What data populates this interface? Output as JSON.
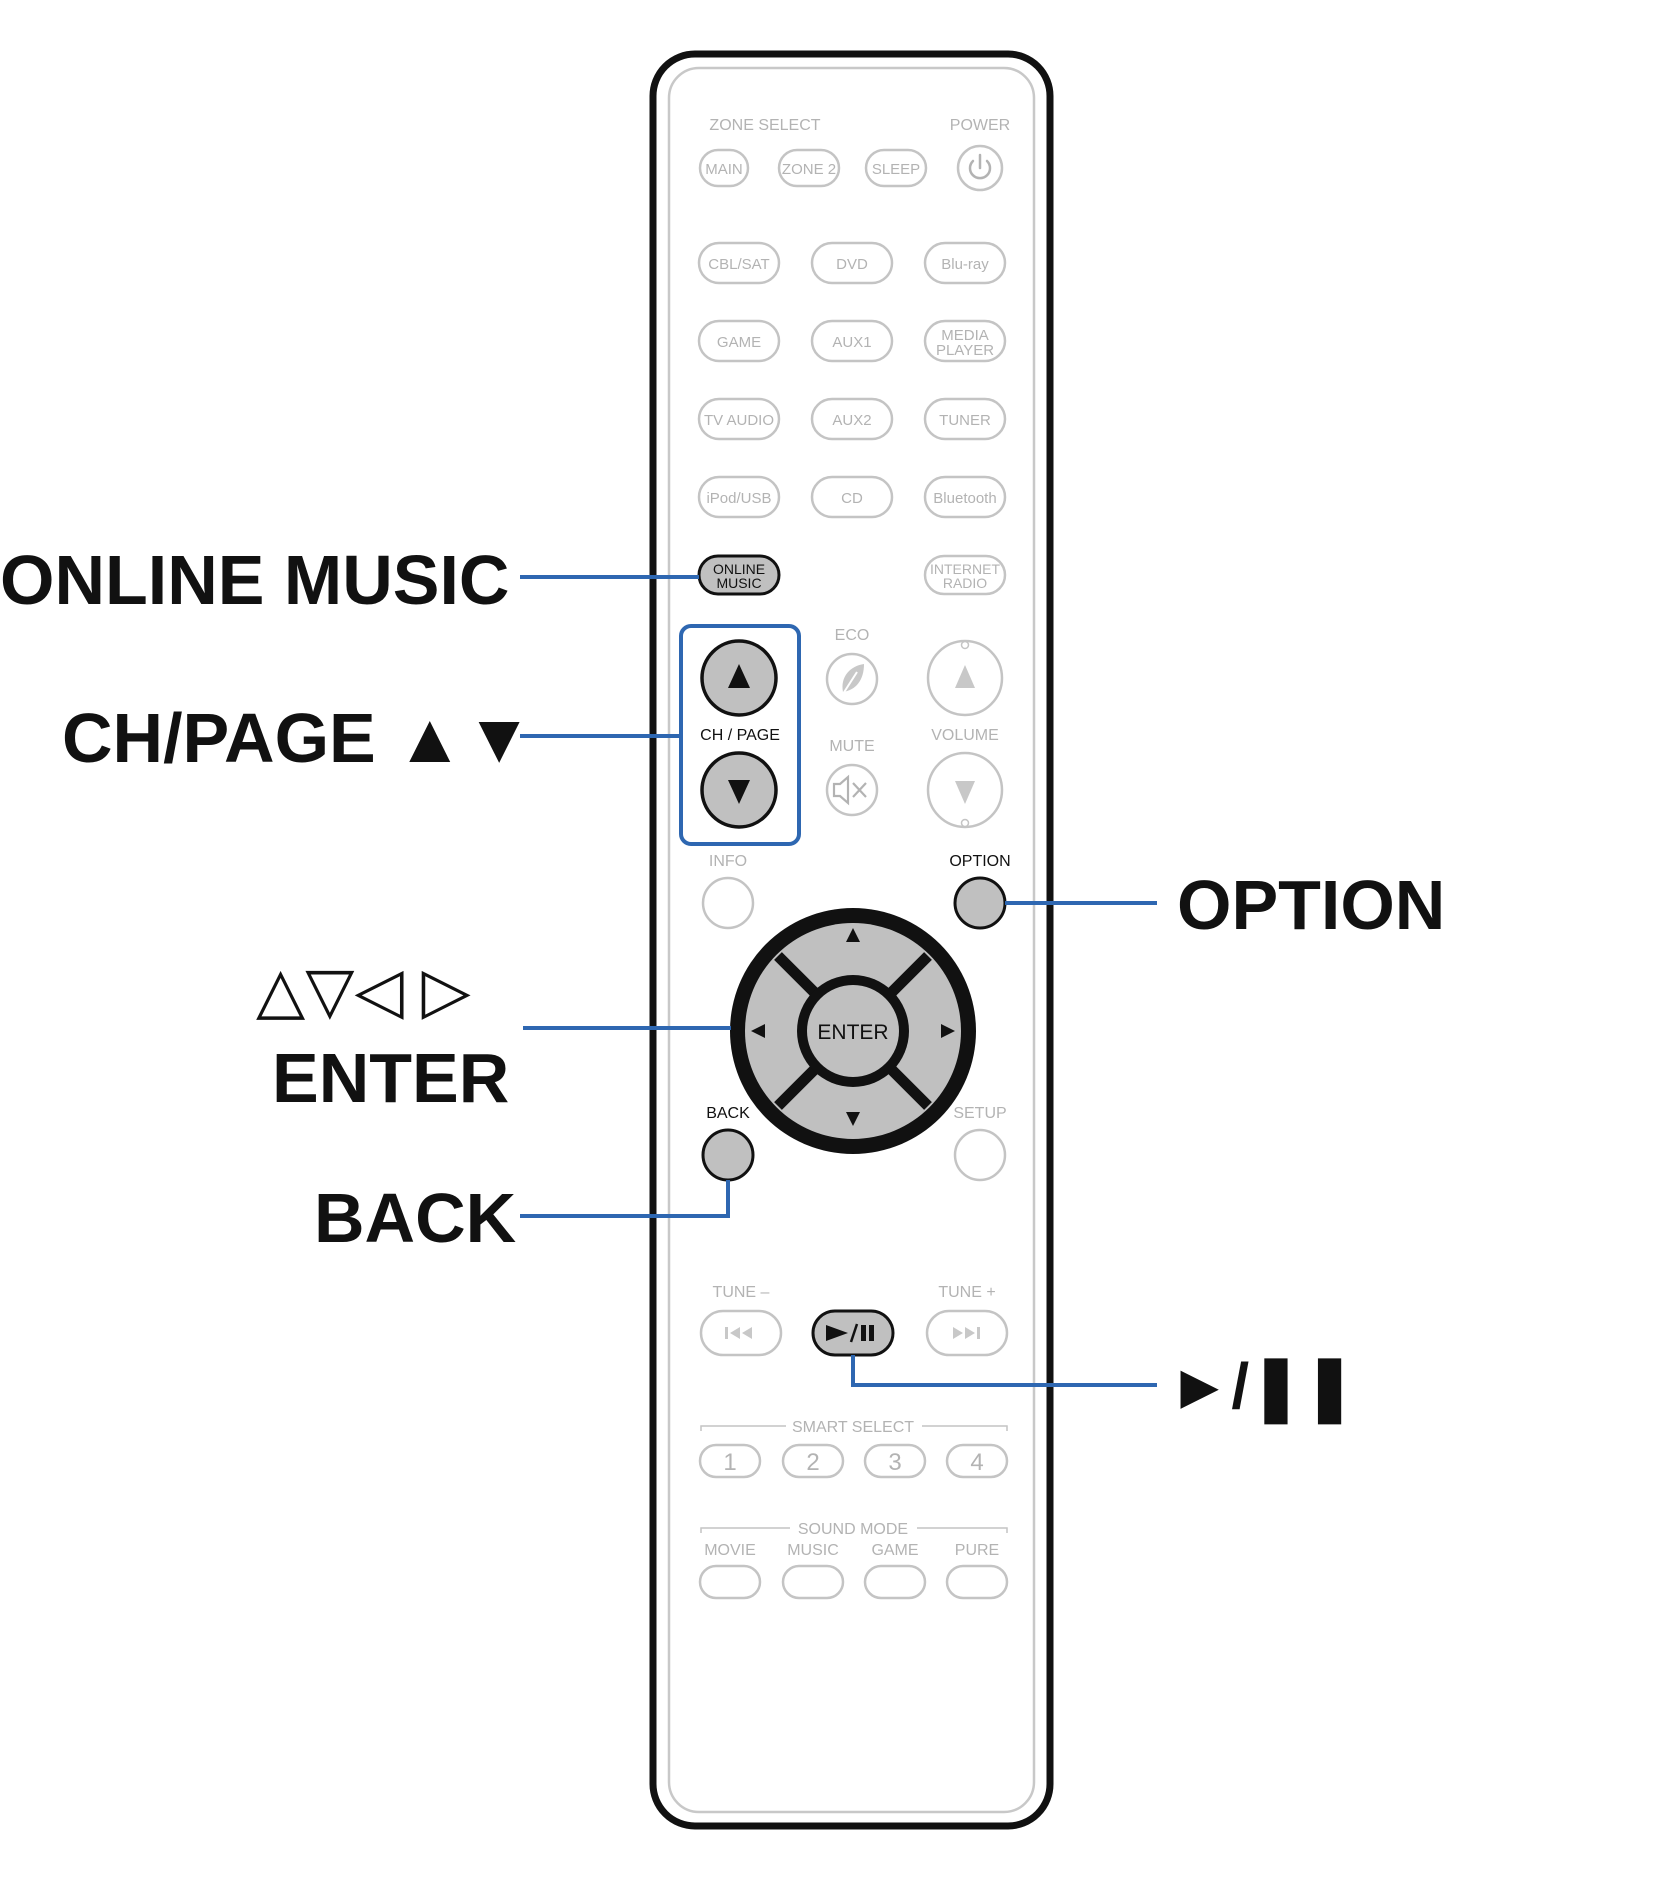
{
  "remote": {
    "zone_select_label": "ZONE SELECT",
    "power_label": "POWER",
    "power_icon": "power-icon",
    "zone_buttons": [
      "MAIN",
      "ZONE 2",
      "SLEEP"
    ],
    "source_buttons": [
      [
        "CBL/SAT",
        "DVD",
        "Blu-ray"
      ],
      [
        "GAME",
        "AUX1",
        "MEDIA PLAYER"
      ],
      [
        "TV AUDIO",
        "AUX2",
        "TUNER"
      ],
      [
        "iPod/USB",
        "CD",
        "Bluetooth"
      ]
    ],
    "online_music": "ONLINE MUSIC",
    "internet_radio": "INTERNET RADIO",
    "eco_label": "ECO",
    "eco_icon": "leaf-icon",
    "mute_label": "MUTE",
    "mute_icon": "speaker-mute-icon",
    "ch_page_label": "CH / PAGE",
    "volume_label": "VOLUME",
    "info_label": "INFO",
    "option_label": "OPTION",
    "enter_label": "ENTER",
    "back_label": "BACK",
    "setup_label": "SETUP",
    "tune_minus_label": "TUNE –",
    "tune_plus_label": "TUNE +",
    "play_pause_label": "►/❚❚",
    "smart_select_label": "SMART SELECT",
    "smart_buttons": [
      "1",
      "2",
      "3",
      "4"
    ],
    "sound_mode_label": "SOUND MODE",
    "sound_mode_buttons": [
      "MOVIE",
      "MUSIC",
      "GAME",
      "PURE"
    ]
  },
  "callouts": {
    "online_music": "ONLINE MUSIC",
    "ch_page": "CH/PAGE ▲▼",
    "cursor_arrows": "△▽◁ ▷",
    "enter": "ENTER",
    "back": "BACK",
    "option": "OPTION",
    "play_pause": "►/❚❚"
  },
  "colors": {
    "callout_line": "#2e67b1",
    "highlight_fill": "#c0c0c0",
    "inactive_stroke": "#c4c4c4",
    "inactive_text": "#b3b3b3",
    "body_outline": "#111111"
  }
}
